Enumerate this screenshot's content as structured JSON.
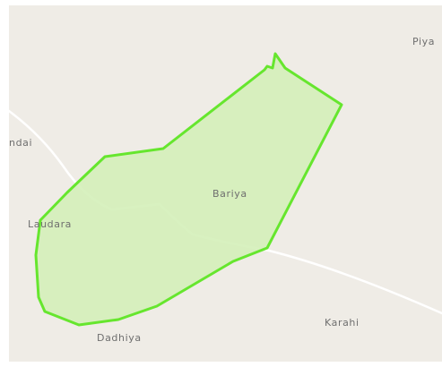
{
  "map": {
    "background_color": "#efece6",
    "road_color": "#ffffff",
    "boundary": {
      "stroke_color": "#66e62e",
      "fill_color": "#d4efb9"
    },
    "place_labels": {
      "piya": "Piya",
      "ndai": "ndai",
      "bariya": "Bariya",
      "laudara": "Laudara",
      "karahi": "Karahi",
      "dadhiya": "Dadhiya"
    }
  }
}
